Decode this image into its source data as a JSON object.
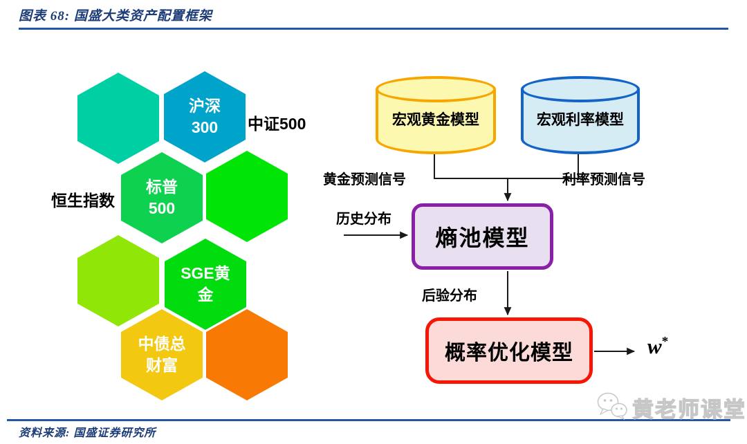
{
  "header": {
    "title": "图表 68: 国盛大类资产配置框架"
  },
  "colors": {
    "accent_blue": "#2356A8",
    "title_navy": "#1C3C78"
  },
  "hexgrid": {
    "outer_labels": {
      "zhongzheng500": "中证500",
      "hangseng": "恒生指数"
    },
    "cells": [
      {
        "name": "teal-empty",
        "color": "#00CFA4",
        "line1": "",
        "line2": ""
      },
      {
        "name": "hushen-300",
        "color": "#00A3C9",
        "line1": "沪深",
        "line2": "300"
      },
      {
        "name": "biaopu-500",
        "color": "#0FD150",
        "line1": "标普",
        "line2": "500"
      },
      {
        "name": "green-empty",
        "color": "#00E406",
        "line1": "",
        "line2": ""
      },
      {
        "name": "yellowgreen-empty",
        "color": "#90E607",
        "line1": "",
        "line2": ""
      },
      {
        "name": "sge-gold",
        "color": "#00DC0E",
        "line1": "SGE黄",
        "line2": "金"
      },
      {
        "name": "zhongzhai-wealth",
        "color": "#F2C811",
        "line1": "中债总",
        "line2": "财富"
      },
      {
        "name": "orange-empty",
        "color": "#F87A05",
        "line1": "",
        "line2": ""
      }
    ]
  },
  "flowchart": {
    "cylinders": [
      {
        "label": "宏观黄金模型",
        "fill": "#FCF8B0",
        "border": "#F7A600"
      },
      {
        "label": "宏观利率模型",
        "fill": "#D6ECF5",
        "border": "#1464C8"
      }
    ],
    "edge_labels": {
      "gold_signal": "黄金预测信号",
      "rate_signal": "利率预测信号",
      "history_dist": "历史分布",
      "posterior_dist": "后验分布"
    },
    "boxes": [
      {
        "label": "熵池模型",
        "fill": "#E8DFF0",
        "border": "#8A1FA8"
      },
      {
        "label": "概率优化模型",
        "fill": "#FBDAD8",
        "border": "#F71505"
      }
    ],
    "output": {
      "symbol": "w",
      "superscript": "*"
    }
  },
  "footer": {
    "source": "资料来源: 国盛证券研究所",
    "watermark": "黄老师课堂"
  }
}
